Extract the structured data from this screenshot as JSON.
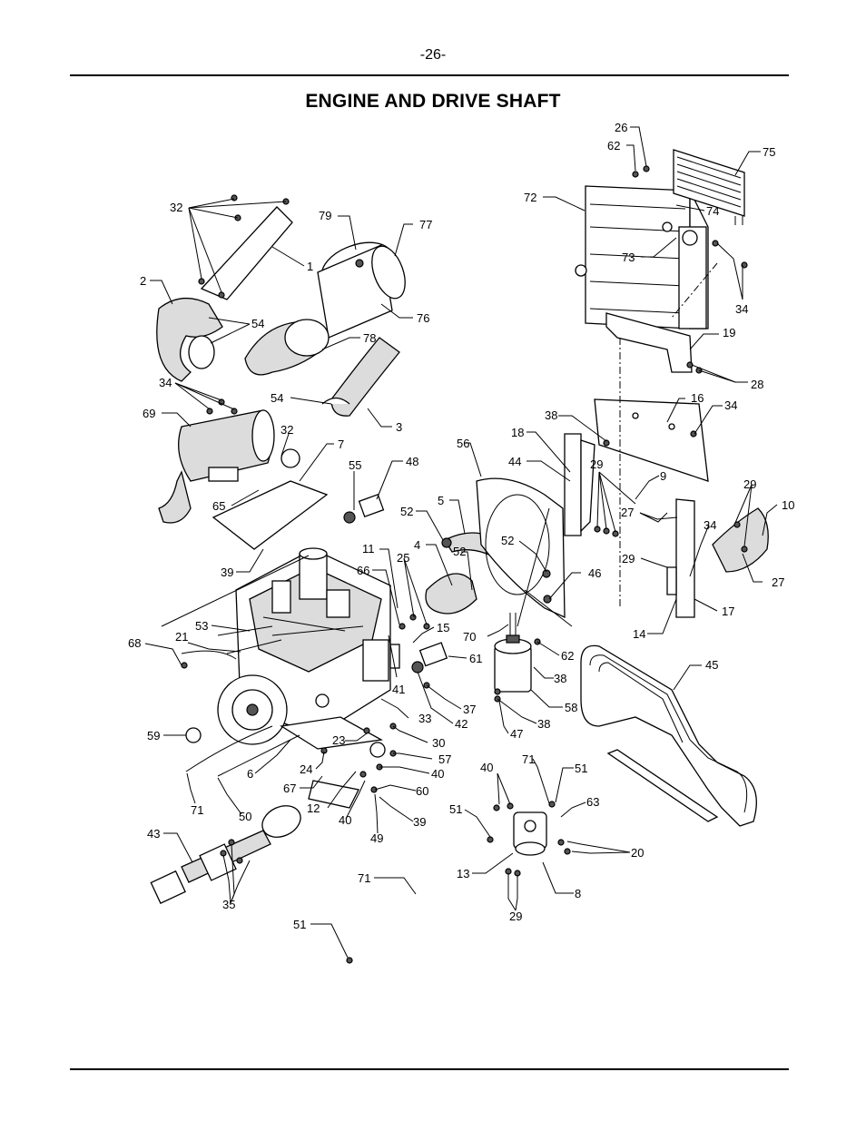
{
  "page": {
    "number": "-26-",
    "title": "ENGINE AND DRIVE SHAFT"
  },
  "callouts": {
    "c26": "26",
    "c62a": "62",
    "c75": "75",
    "c72": "72",
    "c74": "74",
    "c73": "73",
    "c34a": "34",
    "c19": "19",
    "c28": "28",
    "c32a": "32",
    "c79": "79",
    "c77": "77",
    "c1": "1",
    "c2": "2",
    "c54a": "54",
    "c76": "76",
    "c78": "78",
    "c34b": "34",
    "c54b": "54",
    "c3": "3",
    "c69": "69",
    "c32b": "32",
    "c7": "7",
    "c65": "65",
    "c39a": "39",
    "c16": "16",
    "c38a": "38",
    "c34c": "34",
    "c18": "18",
    "c44": "44",
    "c29a": "29",
    "c9": "9",
    "c56": "56",
    "c55": "55",
    "c48": "48",
    "c52a": "52",
    "c5": "5",
    "c4": "4",
    "c52b": "52",
    "c11": "11",
    "c66": "66",
    "c25": "25",
    "c52c": "52",
    "c46": "46",
    "c29b": "29",
    "c10": "10",
    "c27a": "27",
    "c34d": "34",
    "c29c": "29",
    "c27b": "27",
    "c17": "17",
    "c14": "14",
    "c53": "53",
    "c68": "68",
    "c21": "21",
    "c15": "15",
    "c70": "70",
    "c62b": "62",
    "c61": "61",
    "c41": "41",
    "c38b": "38",
    "c45": "45",
    "c37": "37",
    "c42": "42",
    "c33": "33",
    "c58": "58",
    "c38c": "38",
    "c47": "47",
    "c59": "59",
    "c23": "23",
    "c30": "30",
    "c57": "57",
    "c24": "24",
    "c6": "6",
    "c40a": "40",
    "c71a": "71",
    "c50": "50",
    "c67": "67",
    "c60": "60",
    "c12": "12",
    "c40b": "40",
    "c39b": "39",
    "c49": "49",
    "c40c": "40",
    "c71b": "71",
    "c51a": "51",
    "c63": "63",
    "c51b": "51",
    "c20": "20",
    "c43": "43",
    "c13": "13",
    "c8": "8",
    "c35": "35",
    "c71c": "71",
    "c29d": "29",
    "c51c": "51"
  }
}
